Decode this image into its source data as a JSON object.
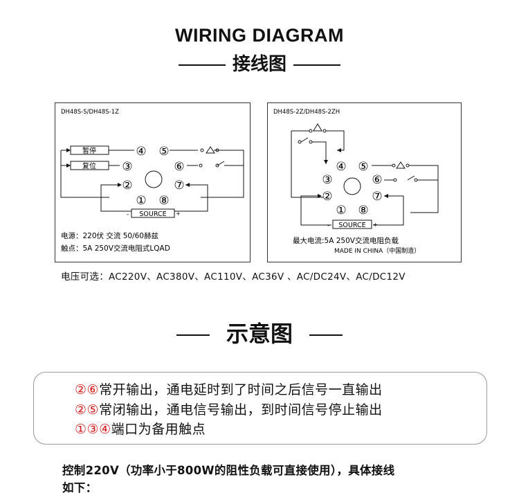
{
  "header": {
    "title_en": "WIRING DIAGRAM",
    "title_zh": "接线图"
  },
  "diagram_left": {
    "model": "DH48S-S/DH48S-1Z",
    "btn_pause": "暂停",
    "btn_reset": "复位",
    "terminals": [
      "①",
      "②",
      "③",
      "④",
      "⑤",
      "⑥",
      "⑦",
      "⑧"
    ],
    "source_label": "SOURCE",
    "minus": "-",
    "plus": "+",
    "power_line": "电源：220伏  交流  50/60赫兹",
    "contact_line": "触点：5A  250V交流电阻式LQAD"
  },
  "diagram_right": {
    "model": "DH48S-2Z/DH48S-2ZH",
    "terminals": [
      "①",
      "②",
      "③",
      "④",
      "⑤",
      "⑥",
      "⑦",
      "⑧"
    ],
    "source_label": "SOURCE",
    "minus": "-",
    "plus": "+",
    "max_current_line": "最大电流:5A 250V交流电阻负载",
    "made_in_line": "MADE IN CHINA（中国制造）"
  },
  "voltage_options": "电压可选：AC220V、AC380V、AC110V、AC36V 、AC/DC24V、AC/DC12V",
  "section2": {
    "title": "示意图"
  },
  "notes": [
    {
      "nums": "②⑥",
      "text": "常开输出，通电延时到了时间之后信号一直输出"
    },
    {
      "nums": "②⑤",
      "text": "常闭输出，通电信号输出，到时间信号停止输出"
    },
    {
      "nums": "①③④",
      "text": "端口为备用触点"
    }
  ],
  "bottom_text": {
    "line1": "控制220V（功率小于800W的阻性负载可直接使用），具体接线",
    "line2": "如下："
  },
  "colors": {
    "accent_red": "#d21a1a",
    "line": "#111111",
    "panel_border": "#333333",
    "note_border": "#999999"
  }
}
